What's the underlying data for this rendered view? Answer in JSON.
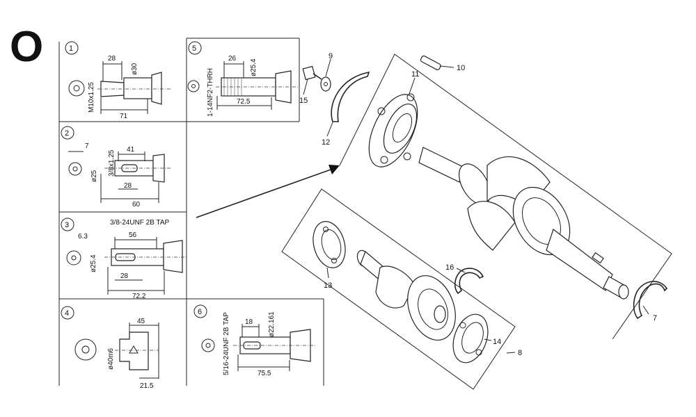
{
  "page": {
    "section_letter": "O"
  },
  "variants": [
    {
      "num": "1",
      "labels": [
        "28",
        "ø30",
        "M10x1.25",
        "71"
      ]
    },
    {
      "num": "2",
      "labels": [
        "7",
        "41",
        "3/8x1.25",
        "ø25",
        "28",
        "60"
      ]
    },
    {
      "num": "3",
      "labels": [
        "3/8-24UNF 2B TAP",
        "6.3",
        "56",
        "ø25.4",
        "28",
        "72.2"
      ]
    },
    {
      "num": "4",
      "labels": [
        "45",
        "ø40m6",
        "21.5"
      ]
    },
    {
      "num": "5",
      "labels": [
        "26",
        "ø25.4",
        "1-14NF2-THRH",
        "72.5"
      ]
    },
    {
      "num": "6",
      "labels": [
        "5/16-24UNF 2B TAP",
        "18",
        "ø22.161",
        "75.5"
      ]
    }
  ],
  "callouts": [
    "9",
    "10",
    "11",
    "12",
    "15",
    "13",
    "16",
    "14",
    "8",
    "7"
  ]
}
